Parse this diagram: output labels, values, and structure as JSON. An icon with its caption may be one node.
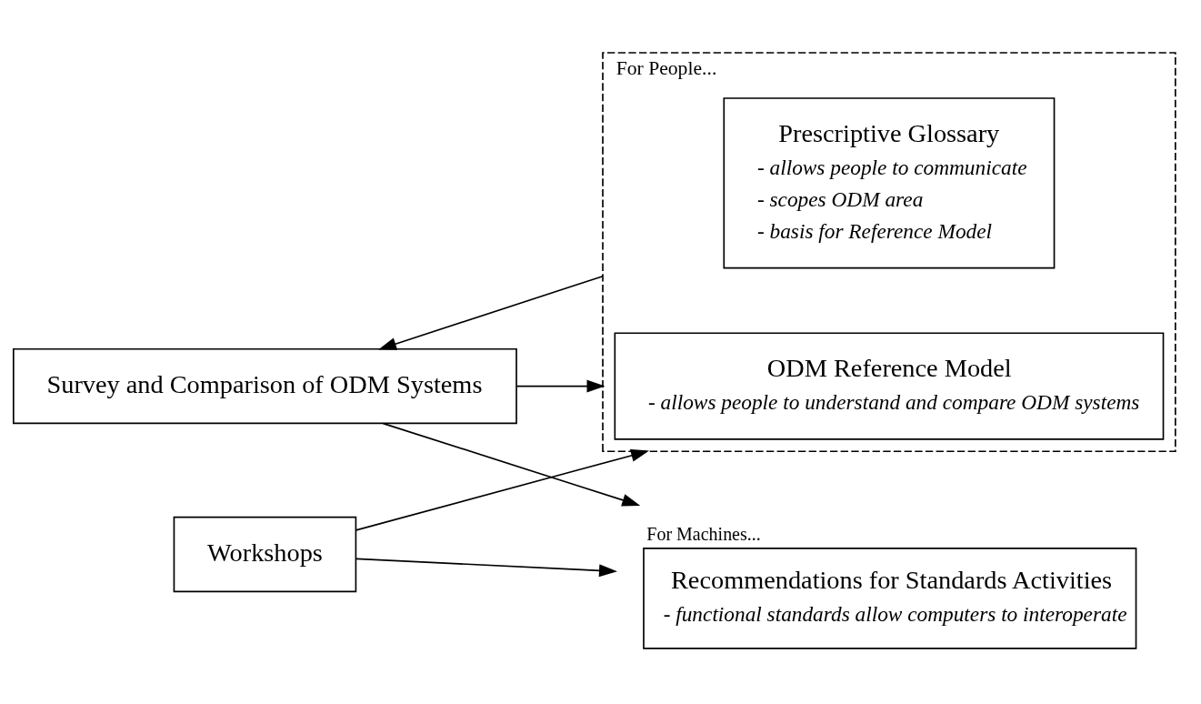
{
  "diagram": {
    "nodes": [
      {
        "text": [
          "For People..."
        ]
      },
      {
        "text": [
          "ODM Reference Model",
          "- allows people to understand and compare ODM systems"
        ],
        "in": 0
      },
      {
        "text": [
          "Prescriptive Glossary",
          "- allows people to communicate",
          "- scopes ODM area",
          "- basis for Reference Model"
        ],
        "in": 0
      },
      {
        "text": [
          "Survey and Comparison of ODM Systems"
        ]
      },
      {
        "text": [
          "Workshops"
        ]
      },
      {
        "text": [
          "For Machines...",
          "Recommendations for Standards Activities",
          "- functional standards allow computers to interoperate"
        ]
      }
    ],
    "edges": [
      {
        "from": 0,
        "to": 3,
        "arrow": "to"
      },
      {
        "from": 4,
        "to": 0,
        "arrow": "to"
      },
      {
        "from": 3,
        "to": 0,
        "arrow": "to"
      },
      {
        "from": 3,
        "to": 5,
        "arrow": "to"
      },
      {
        "from": 4,
        "to": 5,
        "arrow": "to"
      }
    ]
  }
}
